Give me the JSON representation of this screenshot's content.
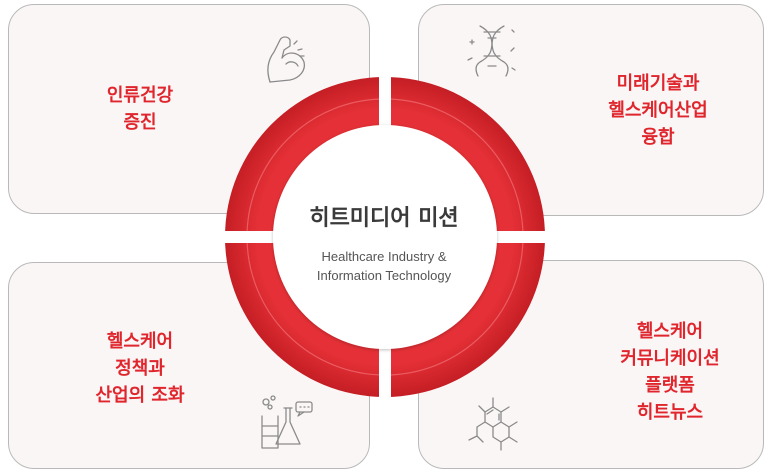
{
  "center": {
    "title": "히트미디어 미션",
    "subtitle_line1": "Healthcare Industry &",
    "subtitle_line2": "Information Technology"
  },
  "cards": {
    "top_left": {
      "lines": [
        "인류건강",
        "증진"
      ],
      "icon": "flexed-arm-icon"
    },
    "top_right": {
      "lines": [
        "미래기술과",
        "헬스케어산업",
        "융합"
      ],
      "icon": "dna-helix-icon"
    },
    "bottom_left": {
      "lines": [
        "헬스케어",
        "정책과",
        "산업의 조화"
      ],
      "icon": "lab-flask-icon"
    },
    "bottom_right": {
      "lines": [
        "헬스케어",
        "커뮤니케이션",
        "플랫폼",
        "히트뉴스"
      ],
      "icon": "molecule-icon"
    }
  },
  "colors": {
    "accent": "#e0262d",
    "accent_dark": "#c41e24",
    "card_bg": "#fbf6f6",
    "card_border": "#b9b9b9",
    "text_dark": "#3a3a3a"
  }
}
